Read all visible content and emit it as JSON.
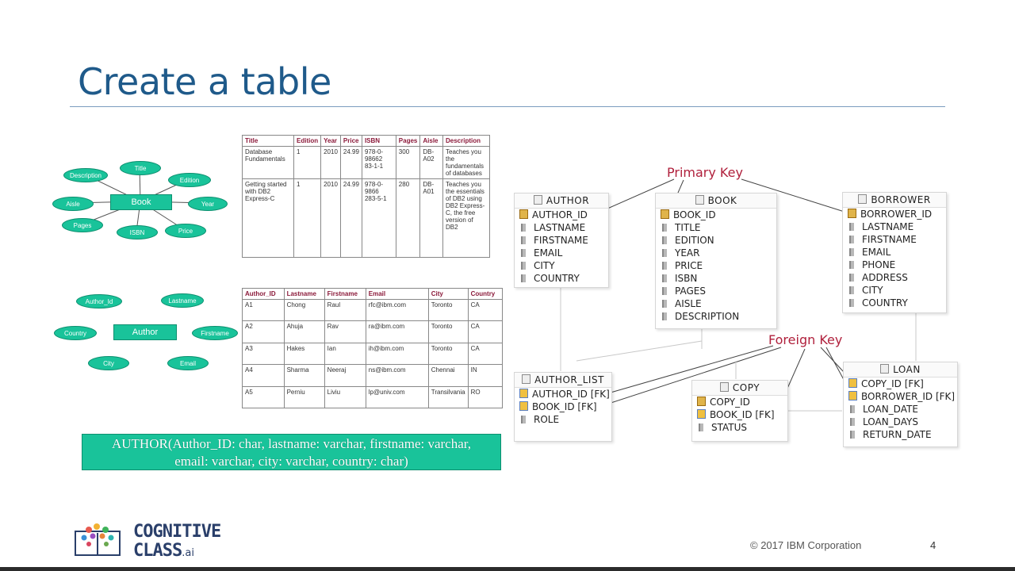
{
  "slide": {
    "title": "Create a table",
    "copyright": "© 2017 IBM Corporation",
    "page_number": "4",
    "logo_line1": "COGNITIVE",
    "logo_line2": "CLASS",
    "logo_suffix": ".ai"
  },
  "er_book": {
    "entity": "Book",
    "attributes": [
      "Description",
      "Title",
      "Edition",
      "Aisle",
      "Year",
      "Pages",
      "ISBN",
      "Price"
    ]
  },
  "er_author": {
    "entity": "Author",
    "attributes": [
      "Author_Id",
      "Lastname",
      "Country",
      "Firstname",
      "City",
      "Email"
    ]
  },
  "book_table": {
    "headers": [
      "Title",
      "Edition",
      "Year",
      "Price",
      "ISBN",
      "Pages",
      "Aisle",
      "Description"
    ],
    "rows": [
      [
        "Database Fundamentals",
        "1",
        "2010",
        "24.99",
        "978-0-98662 83-1-1",
        "300",
        "DB-A02",
        "Teaches you the fundamentals of databases"
      ],
      [
        "Getting started with DB2 Express-C",
        "1",
        "2010",
        "24.99",
        "978-0-9866 283-5-1",
        "280",
        "DB-A01",
        "Teaches you the essentials of DB2 using DB2 Express-C, the free version of DB2"
      ]
    ]
  },
  "author_table": {
    "headers": [
      "Author_ID",
      "Lastname",
      "Firstname",
      "Email",
      "City",
      "Country"
    ],
    "rows": [
      [
        "A1",
        "Chong",
        "Raul",
        "rfc@ibm.com",
        "Toronto",
        "CA"
      ],
      [
        "A2",
        "Ahuja",
        "Rav",
        "ra@ibm.com",
        "Toronto",
        "CA"
      ],
      [
        "A3",
        "Hakes",
        "Ian",
        "ih@ibm.com",
        "Toronto",
        "CA"
      ],
      [
        "A4",
        "Sharma",
        "Neeraj",
        "ns@ibm.com",
        "Chennai",
        "IN"
      ],
      [
        "A5",
        "Perniu",
        "Liviu",
        "lp@univ.com",
        "Transilvania",
        "RO"
      ]
    ]
  },
  "schema": {
    "line1": "AUTHOR(Author_ID: char, lastname: varchar, firstname: varchar,",
    "line2": "email: varchar, city: varchar, country: char)"
  },
  "db_diagram": {
    "primary_key_label": "Primary Key",
    "foreign_key_label": "Foreign Key",
    "entities": {
      "author": {
        "name": "AUTHOR",
        "columns": [
          {
            "name": "AUTHOR_ID",
            "kind": "pk"
          },
          {
            "name": "LASTNAME",
            "kind": "col"
          },
          {
            "name": "FIRSTNAME",
            "kind": "col"
          },
          {
            "name": "EMAIL",
            "kind": "col"
          },
          {
            "name": "CITY",
            "kind": "col"
          },
          {
            "name": "COUNTRY",
            "kind": "col"
          }
        ]
      },
      "book": {
        "name": "BOOK",
        "columns": [
          {
            "name": "BOOK_ID",
            "kind": "pk"
          },
          {
            "name": "TITLE",
            "kind": "col"
          },
          {
            "name": "EDITION",
            "kind": "col"
          },
          {
            "name": "YEAR",
            "kind": "col"
          },
          {
            "name": "PRICE",
            "kind": "col"
          },
          {
            "name": "ISBN",
            "kind": "col"
          },
          {
            "name": "PAGES",
            "kind": "col"
          },
          {
            "name": "AISLE",
            "kind": "col"
          },
          {
            "name": "DESCRIPTION",
            "kind": "col"
          }
        ]
      },
      "borrower": {
        "name": "BORROWER",
        "columns": [
          {
            "name": "BORROWER_ID",
            "kind": "pk"
          },
          {
            "name": "LASTNAME",
            "kind": "col"
          },
          {
            "name": "FIRSTNAME",
            "kind": "col"
          },
          {
            "name": "EMAIL",
            "kind": "col"
          },
          {
            "name": "PHONE",
            "kind": "col"
          },
          {
            "name": "ADDRESS",
            "kind": "col"
          },
          {
            "name": "CITY",
            "kind": "col"
          },
          {
            "name": "COUNTRY",
            "kind": "col"
          }
        ]
      },
      "author_list": {
        "name": "AUTHOR_LIST",
        "columns": [
          {
            "name": "AUTHOR_ID [FK]",
            "kind": "fk"
          },
          {
            "name": "BOOK_ID [FK]",
            "kind": "fk"
          },
          {
            "name": "ROLE",
            "kind": "col"
          }
        ]
      },
      "copy": {
        "name": "COPY",
        "columns": [
          {
            "name": "COPY_ID",
            "kind": "pk"
          },
          {
            "name": "BOOK_ID [FK]",
            "kind": "fk"
          },
          {
            "name": "STATUS",
            "kind": "col"
          }
        ]
      },
      "loan": {
        "name": "LOAN",
        "columns": [
          {
            "name": "COPY_ID [FK]",
            "kind": "fk"
          },
          {
            "name": "BORROWER_ID [FK]",
            "kind": "fk"
          },
          {
            "name": "LOAN_DATE",
            "kind": "col"
          },
          {
            "name": "LOAN_DAYS",
            "kind": "col"
          },
          {
            "name": "RETURN_DATE",
            "kind": "col"
          }
        ]
      }
    }
  },
  "colors": {
    "title": "#1f5a8a",
    "er_fill": "#19c39a",
    "key_label": "#b0203c",
    "table_header": "#8b1a3a"
  }
}
